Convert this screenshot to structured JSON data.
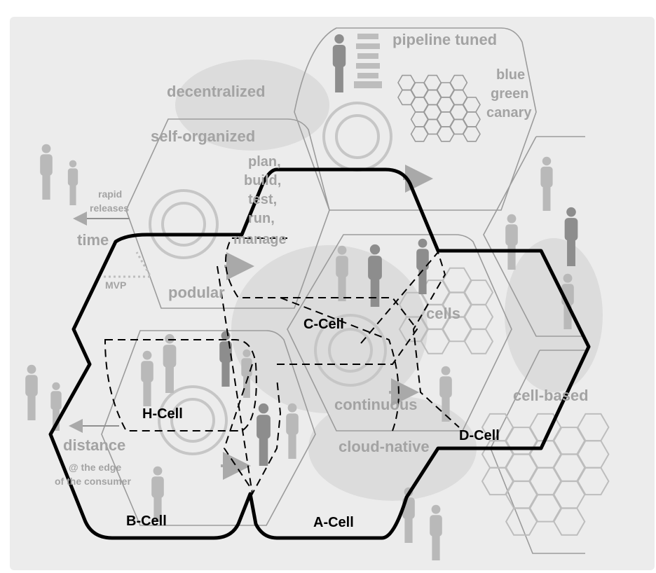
{
  "labels": {
    "decentralized": "decentralized",
    "self_organized": "self-organized",
    "pipeline_tuned": "pipeline tuned",
    "blue": "blue",
    "green": "green",
    "canary": "canary",
    "plan": "plan,",
    "build": "build,",
    "test": "test,",
    "run": "run,",
    "manage": "manage",
    "rapid": "rapid",
    "releases": "releases",
    "time": "time",
    "mvp": "MVP",
    "podular": "podular",
    "cells": "cells",
    "continuous": "continuous",
    "cell_based": "cell-based",
    "cloud_native": "cloud-native",
    "distance": "distance",
    "edge_line1": "@ the edge",
    "edge_line2": "of the consumer"
  },
  "cells": {
    "c_cell": "C-Cell",
    "h_cell": "H-Cell",
    "d_cell": "D-Cell",
    "b_cell": "B-Cell",
    "a_cell": "A-Cell"
  },
  "colors": {
    "background_panel": "#ececec",
    "blob": "#dcdcdc",
    "label_grey": "#a3a3a3",
    "outline_bold": "#000000"
  }
}
